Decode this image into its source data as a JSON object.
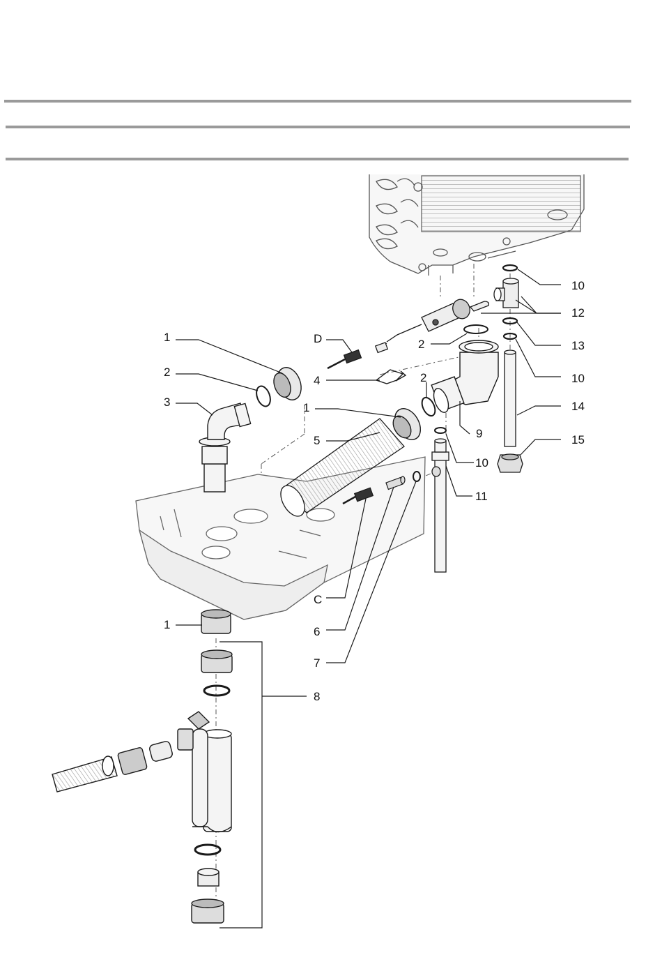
{
  "callouts": [
    {
      "id": "l1a",
      "text": "1"
    },
    {
      "id": "l2a",
      "text": "2"
    },
    {
      "id": "l3",
      "text": "3"
    },
    {
      "id": "lD",
      "text": "D"
    },
    {
      "id": "l4",
      "text": "4"
    },
    {
      "id": "l1b",
      "text": "1"
    },
    {
      "id": "l5",
      "text": "5"
    },
    {
      "id": "l2b",
      "text": "2"
    },
    {
      "id": "l2c",
      "text": "2"
    },
    {
      "id": "l9",
      "text": "9"
    },
    {
      "id": "l10a",
      "text": "10"
    },
    {
      "id": "l12",
      "text": "12"
    },
    {
      "id": "l13",
      "text": "13"
    },
    {
      "id": "l10b",
      "text": "10"
    },
    {
      "id": "l14",
      "text": "14"
    },
    {
      "id": "l15",
      "text": "15"
    },
    {
      "id": "l10c",
      "text": "10"
    },
    {
      "id": "l11",
      "text": "11"
    },
    {
      "id": "lC",
      "text": "C"
    },
    {
      "id": "l6",
      "text": "6"
    },
    {
      "id": "l7",
      "text": "7"
    },
    {
      "id": "l1c",
      "text": "1"
    },
    {
      "id": "l8",
      "text": "8"
    }
  ],
  "colors": {
    "rule": "#9a9a9a",
    "line": "#1a1a1a",
    "light_line": "#777777",
    "fill": "#f4f4f4"
  }
}
